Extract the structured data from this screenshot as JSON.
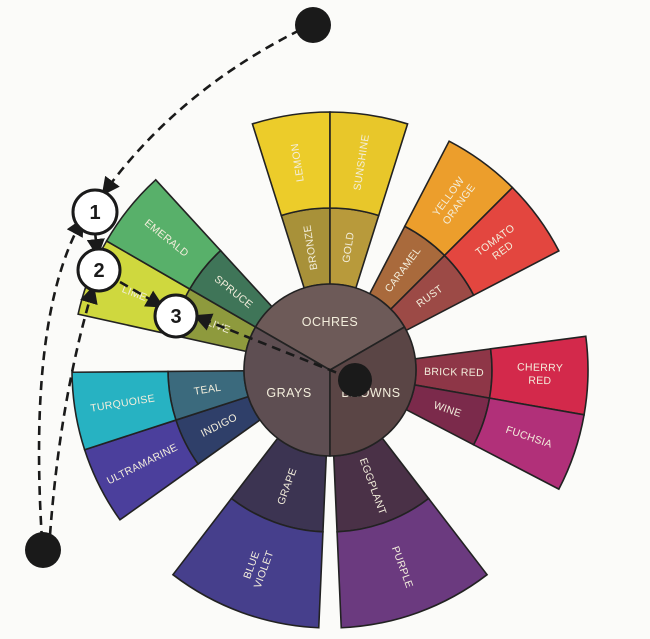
{
  "wheel": {
    "hub": {
      "color": "#6a5656",
      "sections": [
        {
          "label": "OCHRES",
          "color": "#6d5a58"
        },
        {
          "label": "GRAYS",
          "color": "#5e4e52"
        },
        {
          "label": "BROWNS",
          "color": "#5a4545"
        }
      ]
    },
    "segments": [
      {
        "id": "lemon",
        "label": "LEMON",
        "color": "#eccc2a"
      },
      {
        "id": "sunshine",
        "label": "SUNSHINE",
        "color": "#e8c72a"
      },
      {
        "id": "bronze",
        "label": "BRONZE",
        "color": "#a89139"
      },
      {
        "id": "gold",
        "label": "GOLD",
        "color": "#b89a3b"
      },
      {
        "id": "yellow-orange",
        "label": "YELLOW ORANGE",
        "color": "#ec9e2c"
      },
      {
        "id": "tomato-red",
        "label": "TOMATO RED",
        "color": "#e3463f"
      },
      {
        "id": "caramel",
        "label": "CARAMEL",
        "color": "#a96a3c"
      },
      {
        "id": "rust",
        "label": "RUST",
        "color": "#9c4a46"
      },
      {
        "id": "cherry-red",
        "label": "CHERRY RED",
        "color": "#d3294b"
      },
      {
        "id": "brick-red",
        "label": "BRICK RED",
        "color": "#8e3647"
      },
      {
        "id": "wine",
        "label": "WINE",
        "color": "#7b2a4b"
      },
      {
        "id": "fuchsia",
        "label": "FUCHSIA",
        "color": "#b13079"
      },
      {
        "id": "eggplant",
        "label": "EGGPLANT",
        "color": "#4a3147"
      },
      {
        "id": "purple",
        "label": "PURPLE",
        "color": "#6b3a7f"
      },
      {
        "id": "grape",
        "label": "GRAPE",
        "color": "#3c3452"
      },
      {
        "id": "blue-violet",
        "label": "BLUE VIOLET",
        "color": "#463f8c"
      },
      {
        "id": "indigo",
        "label": "INDIGO",
        "color": "#2f3f69"
      },
      {
        "id": "ultramarine",
        "label": "ULTRAMARINE",
        "color": "#4b3f9c"
      },
      {
        "id": "teal",
        "label": "TEAL",
        "color": "#3b6a7d"
      },
      {
        "id": "turquoise",
        "label": "TURQUOISE",
        "color": "#27b2c2"
      },
      {
        "id": "lime",
        "label": "LIME",
        "color": "#cfd83e"
      },
      {
        "id": "olive",
        "label": "OLIVE",
        "color": "#8e9a3d"
      },
      {
        "id": "emerald",
        "label": "EMERALD",
        "color": "#58b06a"
      },
      {
        "id": "spruce",
        "label": "SPRUCE",
        "color": "#3f7558"
      }
    ]
  },
  "markers": [
    {
      "id": "1",
      "label": "1"
    },
    {
      "id": "2",
      "label": "2"
    },
    {
      "id": "3",
      "label": "3"
    }
  ],
  "colors": {
    "outline": "#222222",
    "label_text": "#f3eedc",
    "dashed_path": "#1a1a1a",
    "dot": "#1a1a1a"
  }
}
